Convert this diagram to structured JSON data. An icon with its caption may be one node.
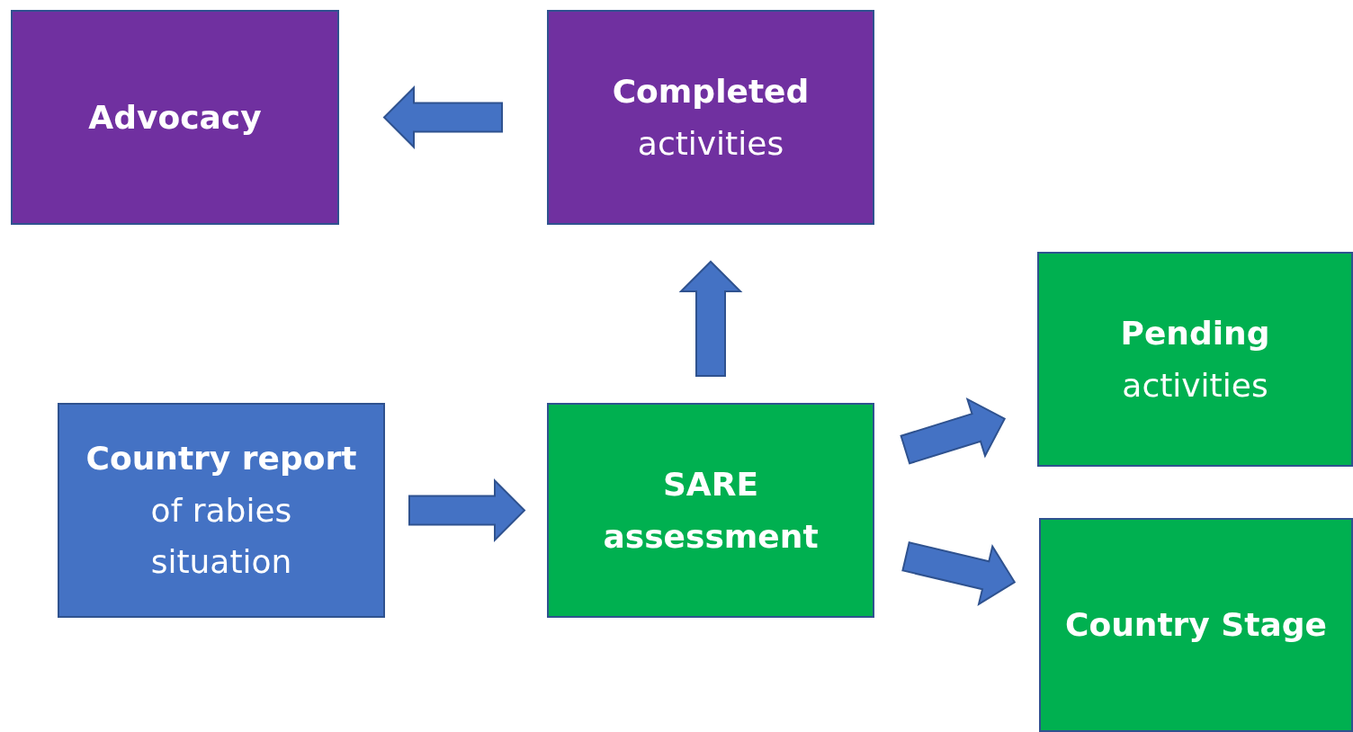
{
  "diagram": {
    "nodes": [
      {
        "text": [
          "Advocacy"
        ]
      },
      {
        "text": [
          "Completed",
          "activities"
        ]
      },
      {
        "text": [
          "Country report",
          "of rabies situation"
        ]
      },
      {
        "text": [
          "SARE assessment"
        ]
      },
      {
        "text": [
          "Pending",
          "activities"
        ]
      },
      {
        "text": [
          "Country Stage"
        ]
      }
    ],
    "edges": [
      {
        "from": 1,
        "to": 0,
        "arrow": "to"
      },
      {
        "from": 3,
        "to": 1,
        "arrow": "to"
      },
      {
        "from": 2,
        "to": 3,
        "arrow": "to"
      },
      {
        "from": 3,
        "to": 4,
        "arrow": "to"
      },
      {
        "from": 3,
        "to": 5,
        "arrow": "to"
      }
    ]
  }
}
